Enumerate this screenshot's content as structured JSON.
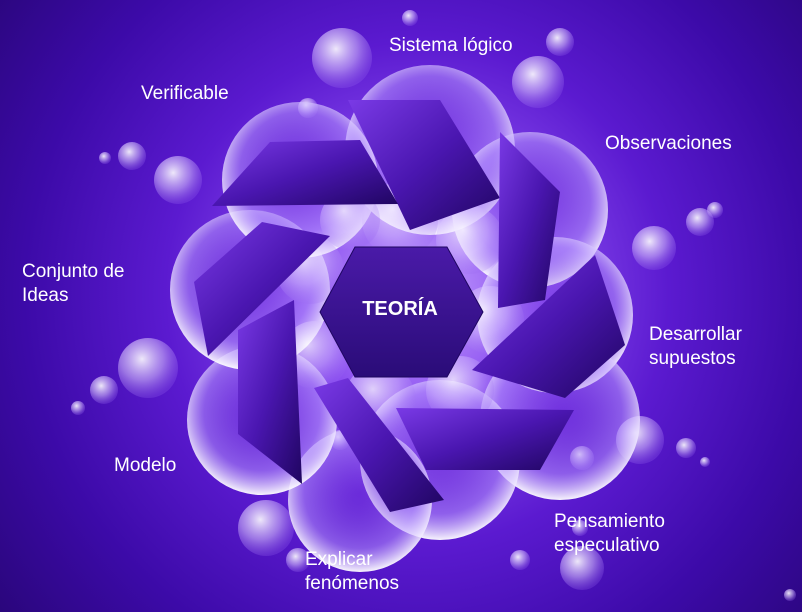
{
  "center": {
    "label": "TEORÍA"
  },
  "labels": {
    "sistema_logico": "Sistema lógico",
    "verificable": "Verificable",
    "observaciones": "Observaciones",
    "conjunto_line1": "Conjunto de",
    "conjunto_line2": "Ideas",
    "desarrollar_line1": "Desarrollar",
    "desarrollar_line2": "supuestos",
    "modelo": "Modelo",
    "pensamiento_line1": "Pensamiento",
    "pensamiento_line2": "especulativo",
    "explicar_line1": "Explicar",
    "explicar_line2": "fenómenos"
  },
  "colors": {
    "background": "#4b12c2",
    "petal": "#5a1fb8",
    "petal_dark": "#2c0a70",
    "bubble": "#ffffff",
    "hexagon": "#3a1590",
    "text": "#ffffff"
  }
}
